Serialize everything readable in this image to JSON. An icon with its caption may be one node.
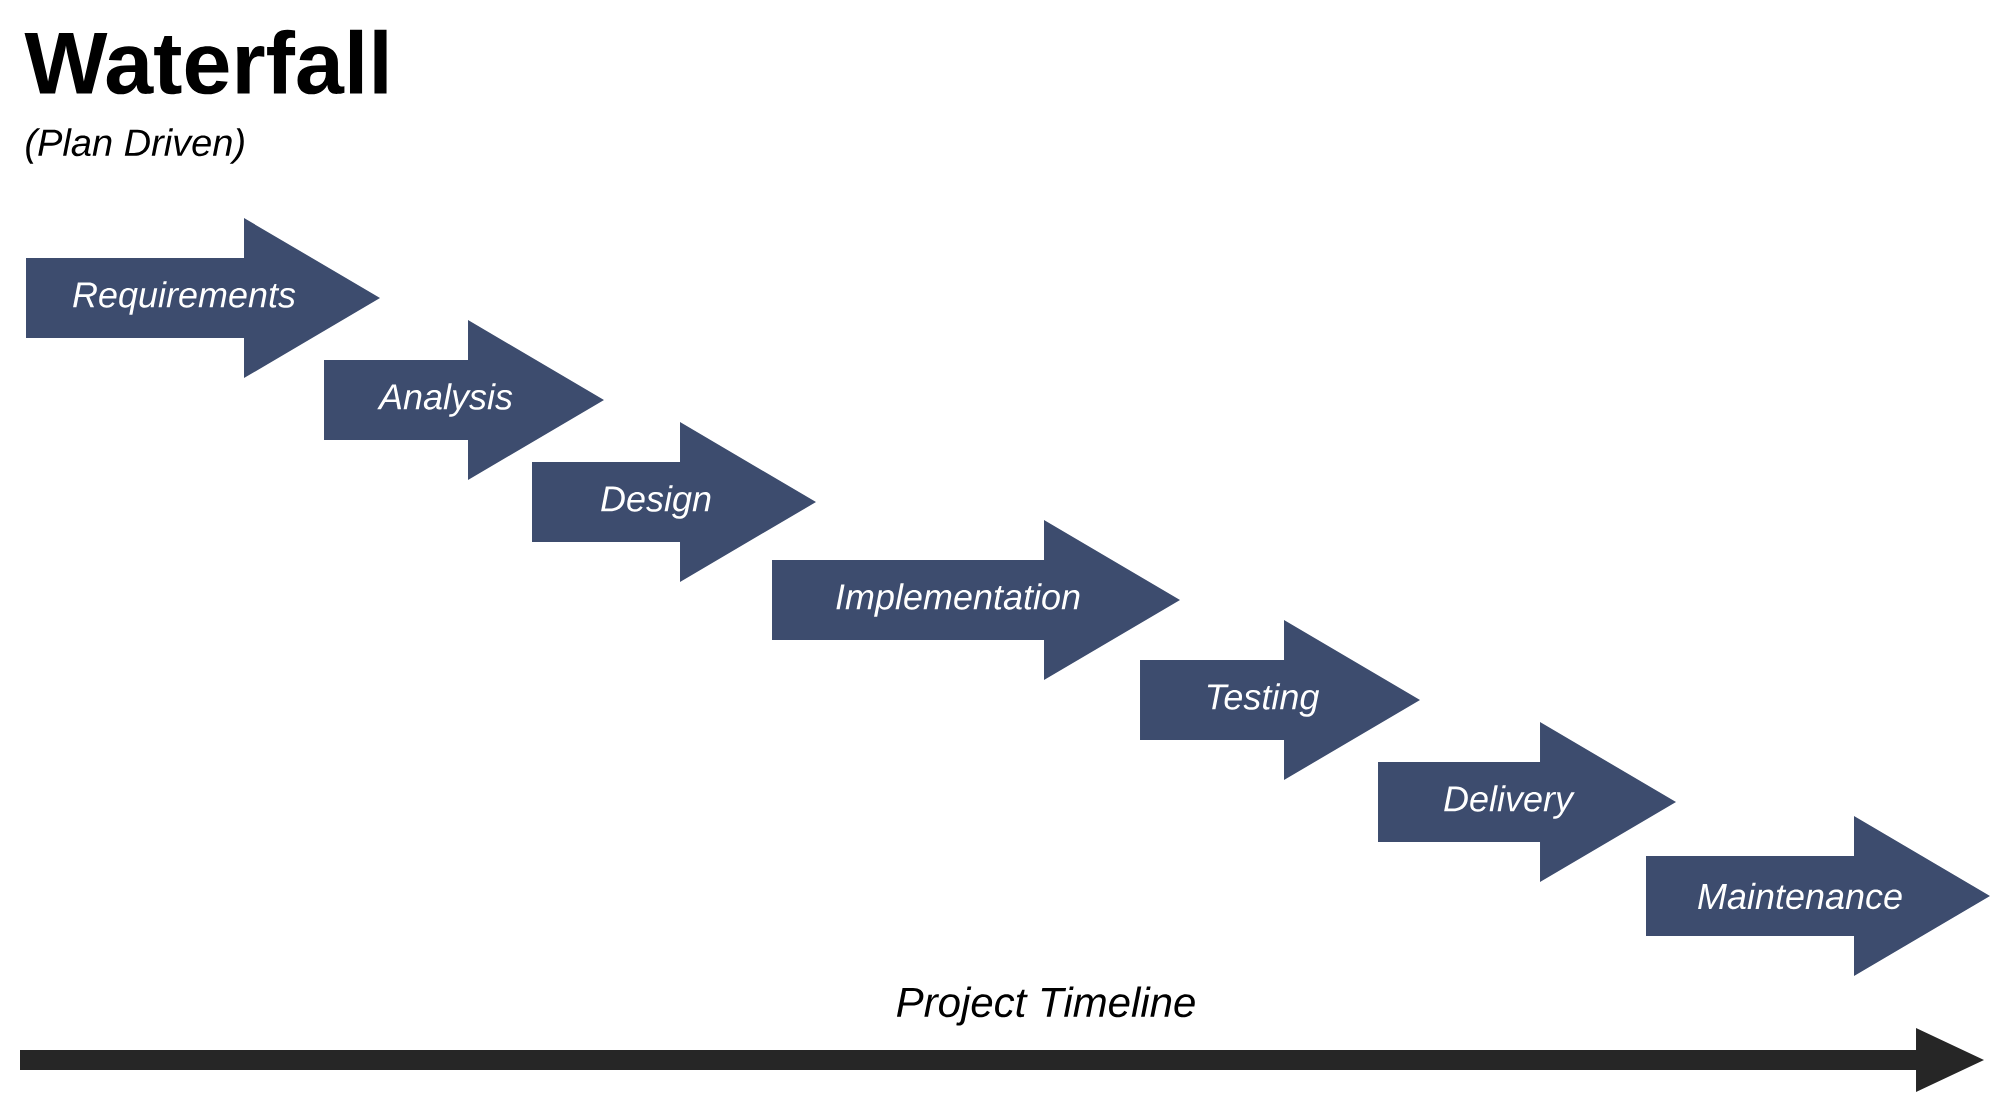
{
  "diagram": {
    "title": "Waterfall",
    "nodes": [
      {
        "text": [
          "Requirements"
        ]
      },
      {
        "text": [
          "Analysis"
        ]
      },
      {
        "text": [
          "Design"
        ]
      },
      {
        "text": [
          "Implementation"
        ]
      },
      {
        "text": [
          "Testing"
        ]
      },
      {
        "text": [
          "Delivery"
        ]
      },
      {
        "text": [
          "Maintenance"
        ]
      }
    ],
    "labels": [
      "(Plan Driven)",
      "Project Timeline"
    ]
  }
}
